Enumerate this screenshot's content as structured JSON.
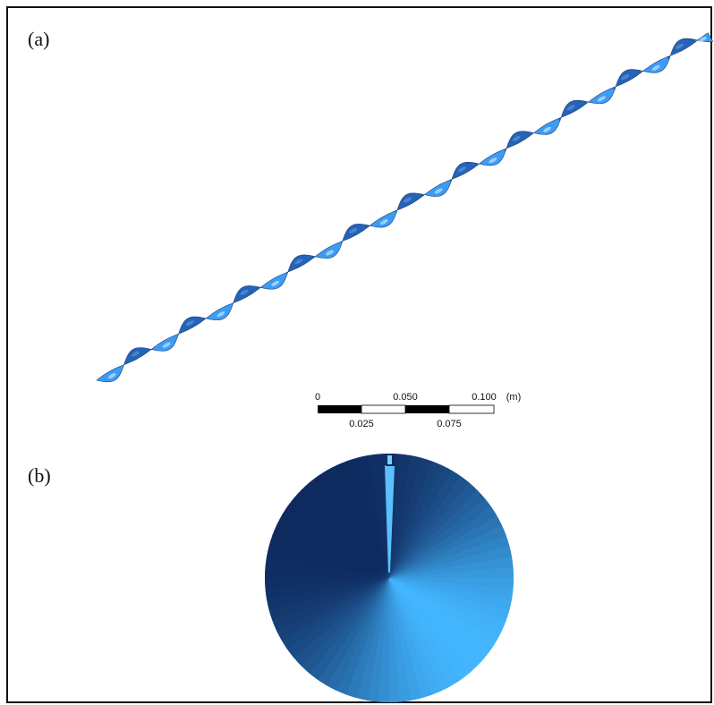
{
  "panels": {
    "a": {
      "label": "(a)"
    },
    "b": {
      "label": "(b)"
    }
  },
  "scale_bar": {
    "top_labels": [
      "0",
      "0.050",
      "0.100"
    ],
    "bottom_labels": [
      "0.025",
      "0.075"
    ],
    "unit": "(m)"
  },
  "colors": {
    "ribbon_light": "#4fb3ff",
    "ribbon_dark": "#1e4fa6",
    "disk_dark": "#0e2a5e",
    "disk_light": "#43b6ff"
  }
}
